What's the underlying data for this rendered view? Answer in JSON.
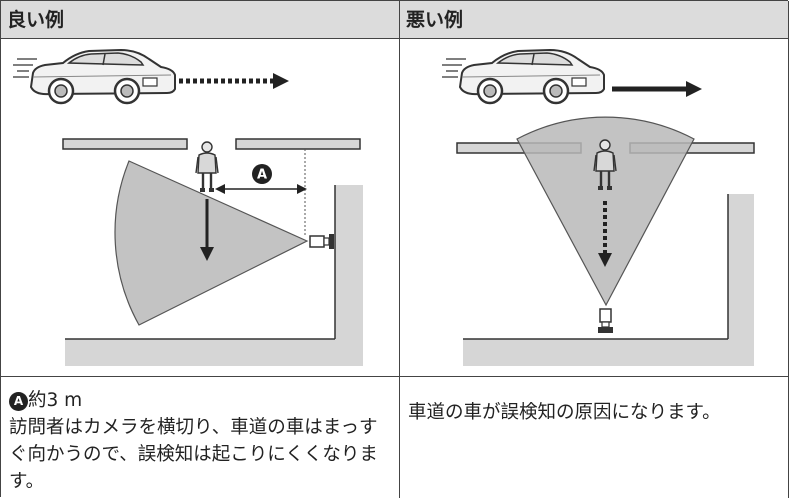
{
  "left": {
    "header": "良い例",
    "marker_label": "A",
    "distance": "約3 m",
    "description": "訪問者はカメラを横切り、車道の車はまっすぐ向かうので、誤検知は起こりにくくなります。"
  },
  "right": {
    "header": "悪い例",
    "description": "車道の車が誤検知の原因になります。"
  },
  "colors": {
    "header_bg": "#dcdcdc",
    "detection_area": "#b8b8b8",
    "wall": "#d6d6d6"
  },
  "icons": [
    "car-icon",
    "camera-icon",
    "person-icon",
    "arrow-icon"
  ]
}
